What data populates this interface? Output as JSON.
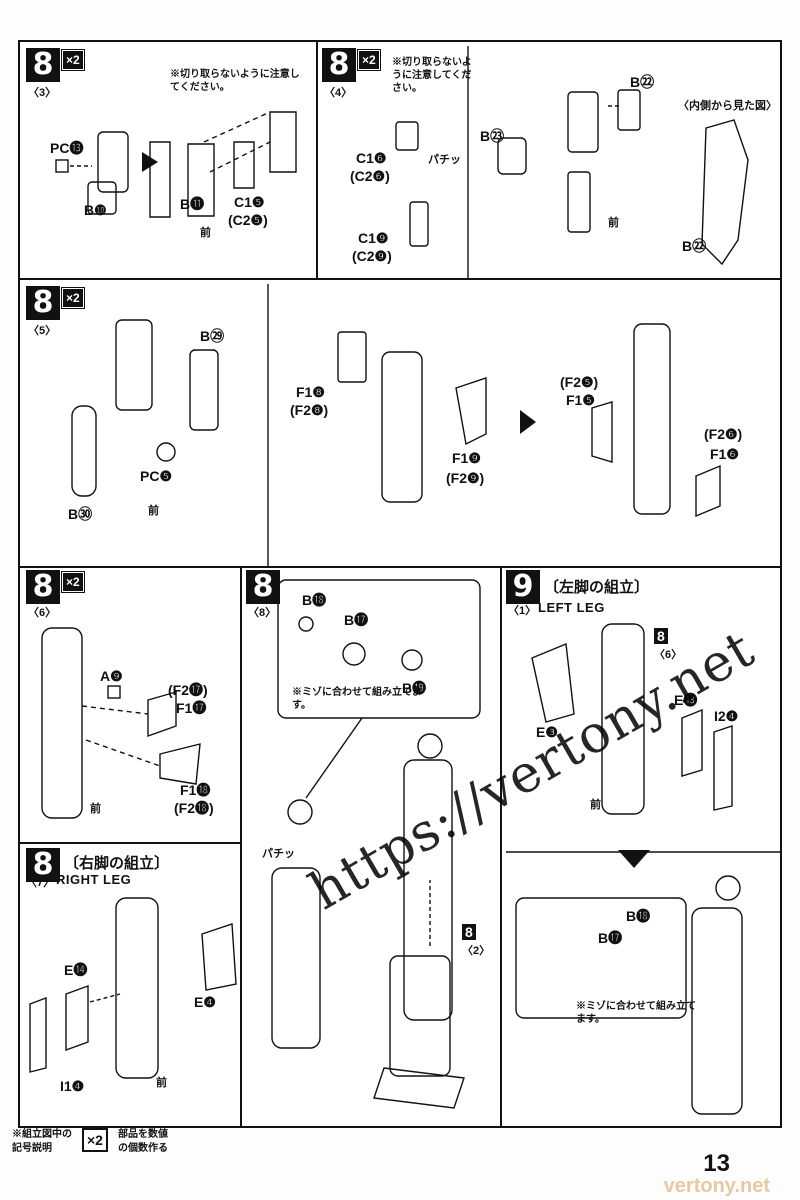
{
  "page": {
    "number": "13"
  },
  "steps": [
    {
      "id": "s8-3",
      "num": "8",
      "mult": "×2",
      "sub": "〈3〉",
      "note": "※切り取らないように注意してください。",
      "labels": [
        "PC⓭",
        "B❿",
        "B⓫",
        "C1❺",
        "(C2❺)"
      ],
      "front": "前"
    },
    {
      "id": "s8-4",
      "num": "8",
      "mult": "×2",
      "sub": "〈4〉",
      "note": "※切り取らないように注意してください。",
      "labels": [
        "C1❻",
        "(C2❻)",
        "C1❾",
        "(C2❾)",
        "B㉓",
        "B㉒",
        "B㉒"
      ],
      "snap": "パチッ",
      "inside_view": "〈内側から見た図〉",
      "front": "前"
    },
    {
      "id": "s8-5",
      "num": "8",
      "mult": "×2",
      "sub": "〈5〉",
      "labels": [
        "B㉙",
        "PC❺",
        "B㉚",
        "F1❽",
        "(F2❽)",
        "F1❾",
        "(F2❾)",
        "(F2❺)",
        "F1❺",
        "(F2❻)",
        "F1❻"
      ],
      "front": "前"
    },
    {
      "id": "s8-6",
      "num": "8",
      "mult": "×2",
      "sub": "〈6〉",
      "labels": [
        "A❾",
        "(F2⓱)",
        "F1⓱",
        "F1⓲",
        "(F2⓲)"
      ],
      "front": "前"
    },
    {
      "id": "s8-8",
      "num": "8",
      "sub": "〈8〉",
      "labels": [
        "B⓲",
        "B⓱",
        "B⓳"
      ],
      "note": "※ミゾに合わせて組み立てます。",
      "snap": "パチッ",
      "ref": "8",
      "ref_sub": "〈2〉"
    },
    {
      "id": "s9-1",
      "num": "9",
      "title": "〔左脚の組立〕",
      "sub": "〈1〉",
      "subtitle": "LEFT LEG",
      "labels": [
        "E❸",
        "E⓭",
        "I2❹",
        "B⓲",
        "B⓱"
      ],
      "note": "※ミゾに合わせて組み立てます。",
      "ref": "8",
      "ref_sub": "〈6〉",
      "front": "前"
    },
    {
      "id": "s8-7",
      "num": "8",
      "title": "〔右脚の組立〕",
      "sub": "〈7〉",
      "subtitle": "RIGHT LEG",
      "labels": [
        "E⓮",
        "E❹",
        "I1❹"
      ],
      "front": "前"
    }
  ],
  "footer": {
    "legend_title": "※組立図中の記号説明",
    "x2_symbol": "×2",
    "x2_desc": "部品を数値の個数作る"
  },
  "watermark": "https://vertony.net",
  "brand": "vertony.net",
  "colors": {
    "ink": "#111111",
    "paper": "#ffffff",
    "brand": "#e8c9a0"
  }
}
